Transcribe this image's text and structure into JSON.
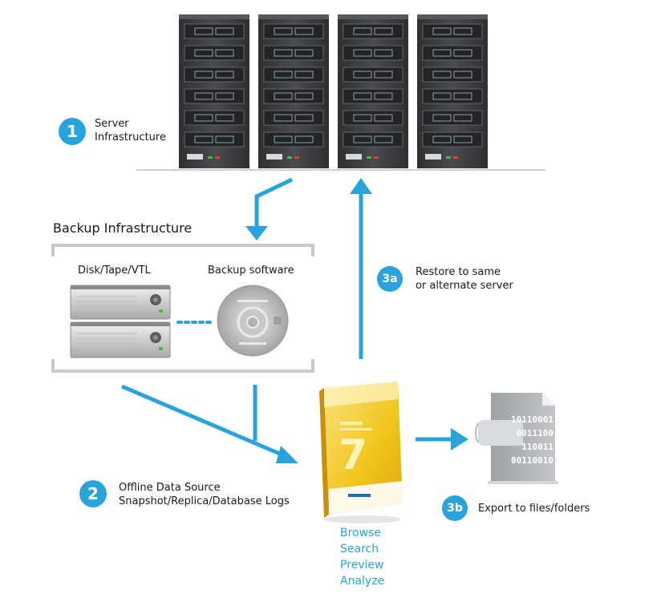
{
  "steps": {
    "step1": {
      "badge": "1",
      "line1": "Server",
      "line2": "Infrastructure"
    },
    "step2": {
      "badge": "2",
      "line1": "Offline Data Source",
      "line2": "Snapshot/Replica/Database Logs"
    },
    "step3a": {
      "badge": "3a",
      "line1": "Restore to same",
      "line2": "or alternate server"
    },
    "step3b": {
      "badge": "3b",
      "line1": "Export to files/folders"
    }
  },
  "backup": {
    "title": "Backup Infrastructure",
    "disk_label": "Disk/Tape/VTL",
    "software_label": "Backup software"
  },
  "product": {
    "box_number": "7",
    "actions": [
      "Browse",
      "Search",
      "Preview",
      "Analyze"
    ]
  },
  "file_icon": {
    "binary_lines": [
      "10110001",
      "0011100",
      "110011",
      "00110010"
    ]
  },
  "colors": {
    "accent": "#29a3dc",
    "server_dark": "#3b3c3e",
    "box_yellow": "#f0c419"
  }
}
